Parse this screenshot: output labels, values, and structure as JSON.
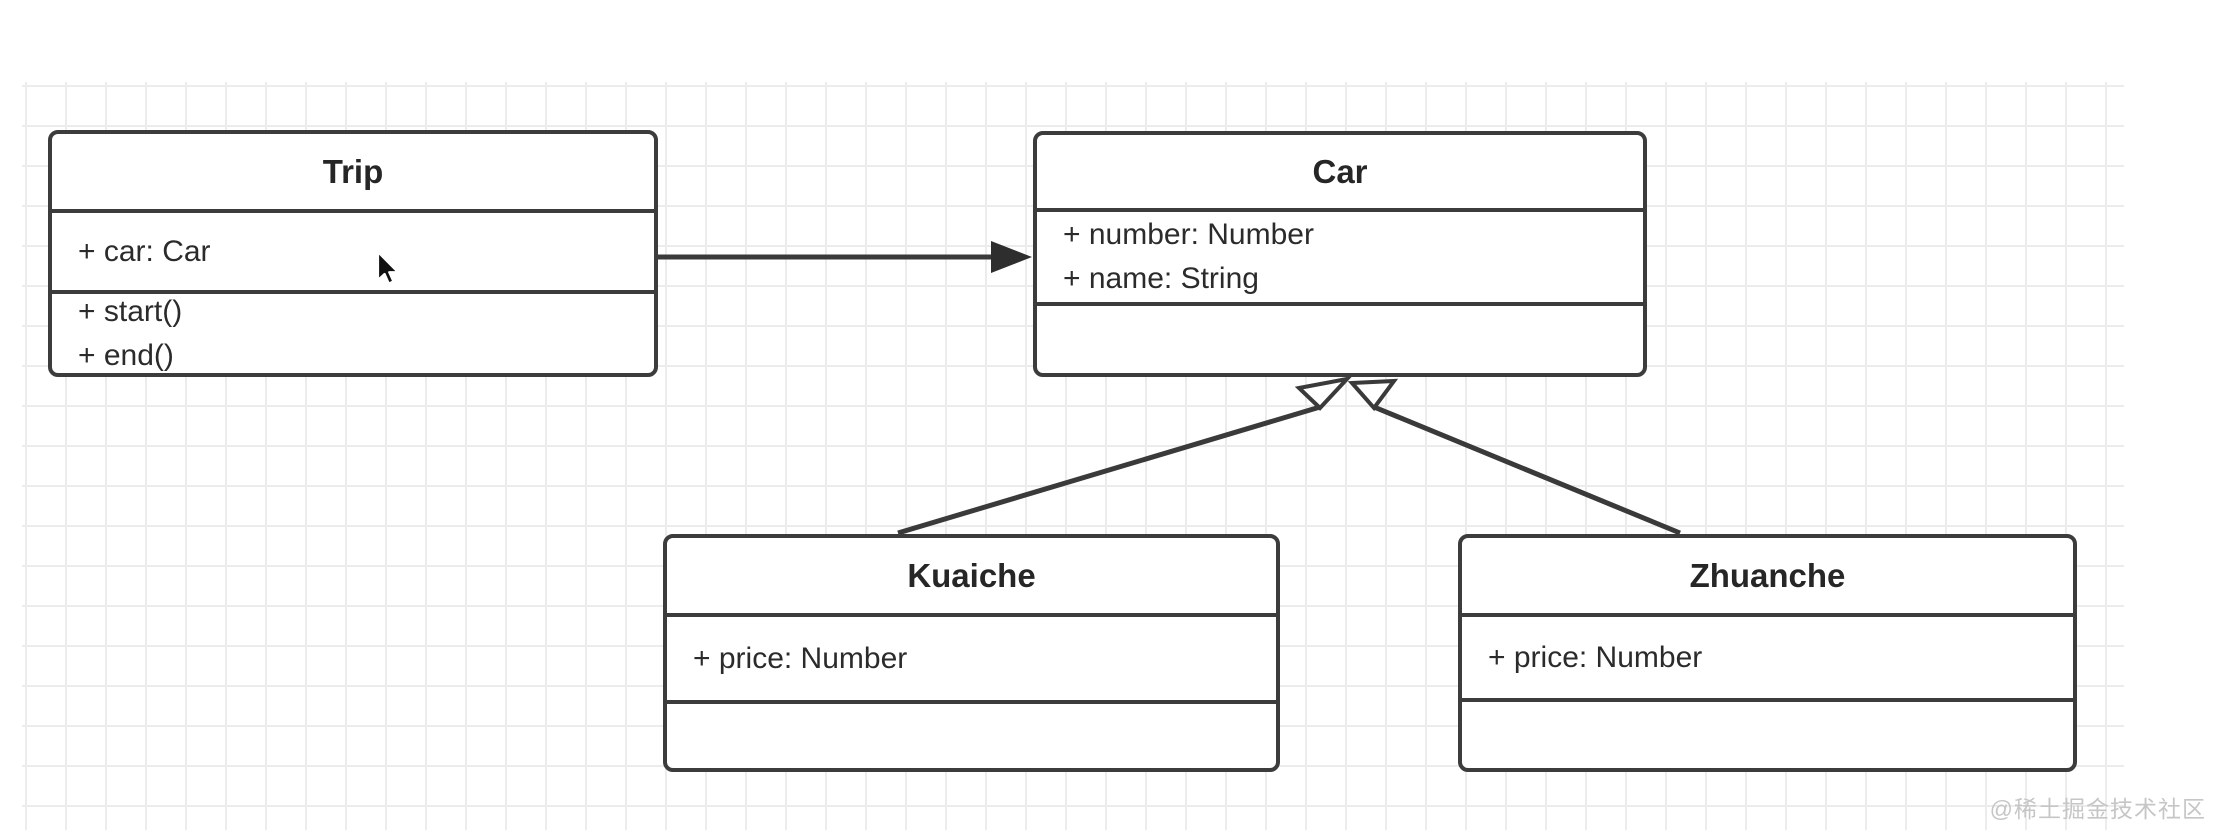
{
  "diagram": {
    "classes": [
      {
        "name": "Trip",
        "attributes": [
          "+ car: Car"
        ],
        "methods": [
          "+ start()",
          "+ end()"
        ]
      },
      {
        "name": "Car",
        "attributes": [
          "+ number: Number",
          "+ name: String"
        ],
        "methods": []
      },
      {
        "name": "Kuaiche",
        "attributes": [
          "+ price: Number"
        ],
        "methods": []
      },
      {
        "name": "Zhuanche",
        "attributes": [
          "+ price: Number"
        ],
        "methods": []
      }
    ],
    "relations": [
      {
        "from": "Trip",
        "to": "Car",
        "type": "association"
      },
      {
        "from": "Kuaiche",
        "to": "Car",
        "type": "generalization"
      },
      {
        "from": "Zhuanche",
        "to": "Car",
        "type": "generalization"
      }
    ]
  },
  "colors": {
    "stroke": "#3c3c3c",
    "text": "#2b2b2b",
    "grid": "#ececec",
    "watermark": "#c6c6c6"
  },
  "watermark": "@稀土掘金技术社区"
}
